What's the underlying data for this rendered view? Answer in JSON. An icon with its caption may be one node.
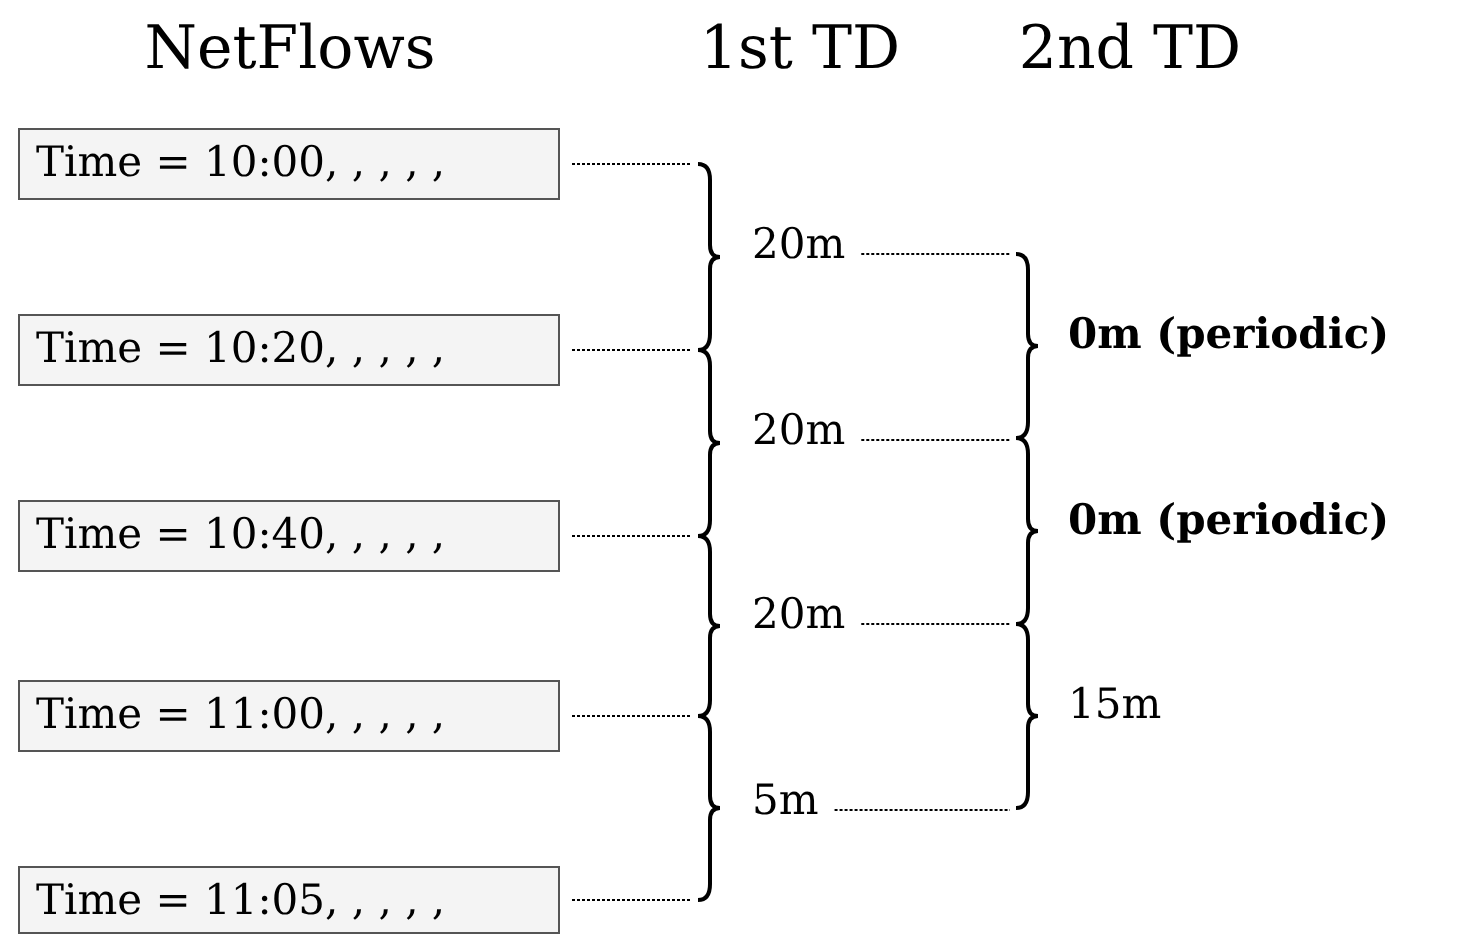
{
  "diagram": {
    "nodes": [
      {
        "text": [
          "Time = 10:00, , , , ,"
        ]
      },
      {
        "text": [
          "Time = 10:20, , , , ,"
        ]
      },
      {
        "text": [
          "Time = 10:40, , , , ,"
        ]
      },
      {
        "text": [
          "Time = 11:00, , , , ,"
        ]
      },
      {
        "text": [
          "Time = 11:05, , , , ,"
        ]
      },
      {
        "text": [
          "20m"
        ]
      },
      {
        "text": [
          "20m"
        ]
      },
      {
        "text": [
          "20m"
        ]
      },
      {
        "text": [
          "5m"
        ]
      },
      {
        "text": [
          "0m (periodic)"
        ]
      },
      {
        "text": [
          "0m (periodic)"
        ]
      },
      {
        "text": [
          "15m"
        ]
      }
    ],
    "edges": [
      {
        "from": 0,
        "to": null,
        "arrow": "none",
        "style": "dashed"
      },
      {
        "from": 1,
        "to": null,
        "arrow": "none",
        "style": "dashed"
      },
      {
        "from": 2,
        "to": null,
        "arrow": "none",
        "style": "dashed"
      },
      {
        "from": 3,
        "to": null,
        "arrow": "none",
        "style": "dashed"
      },
      {
        "from": 4,
        "to": null,
        "arrow": "none",
        "style": "dashed"
      },
      {
        "from": 5,
        "to": null,
        "arrow": "none",
        "style": "dashed"
      },
      {
        "from": 6,
        "to": null,
        "arrow": "none",
        "style": "dashed"
      },
      {
        "from": 7,
        "to": null,
        "arrow": "none",
        "style": "dashed"
      },
      {
        "from": 8,
        "to": null,
        "arrow": "none",
        "style": "dashed"
      }
    ],
    "labels": [
      "NetFlows",
      "1st TD",
      "2nd TD"
    ]
  }
}
